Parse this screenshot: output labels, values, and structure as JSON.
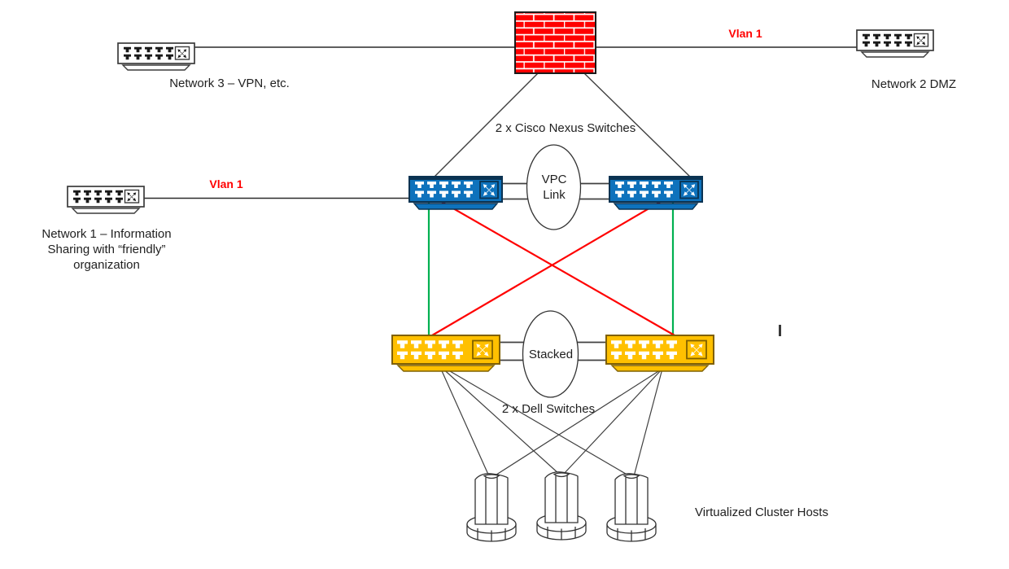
{
  "labels": {
    "network3": "Network 3 – VPN, etc.",
    "network2": "Network 2 DMZ",
    "network1_line1": "Network 1 – Information",
    "network1_line2": "Sharing with “friendly”",
    "network1_line3": "organization",
    "vlan1_top": "Vlan 1",
    "vlan1_left": "Vlan 1",
    "nexus_switches": "2 x Cisco Nexus Switches",
    "vpc_link": "VPC Link",
    "stacked": "Stacked",
    "dell_switches": "2 x Dell Switches",
    "cluster_hosts": "Virtualized Cluster Hosts"
  },
  "icons": {
    "firewall": "red-brick-wall-icon",
    "workgroup_switch": "switch-with-crossed-arrows-icon",
    "host": "cylinder-host-icon"
  },
  "counts": {
    "edge_switches": 3,
    "nexus_switches": 2,
    "dell_switches": 2,
    "hosts": 3
  },
  "colors": {
    "firewall_red": "#FF0000",
    "nexus_switch_blue": "#0E72BC",
    "dell_switch_yellow": "#FFC000",
    "link_red": "#FF0000",
    "link_green": "#00B050",
    "vlan_text_red": "#FF0000",
    "line_black": "#404040"
  }
}
